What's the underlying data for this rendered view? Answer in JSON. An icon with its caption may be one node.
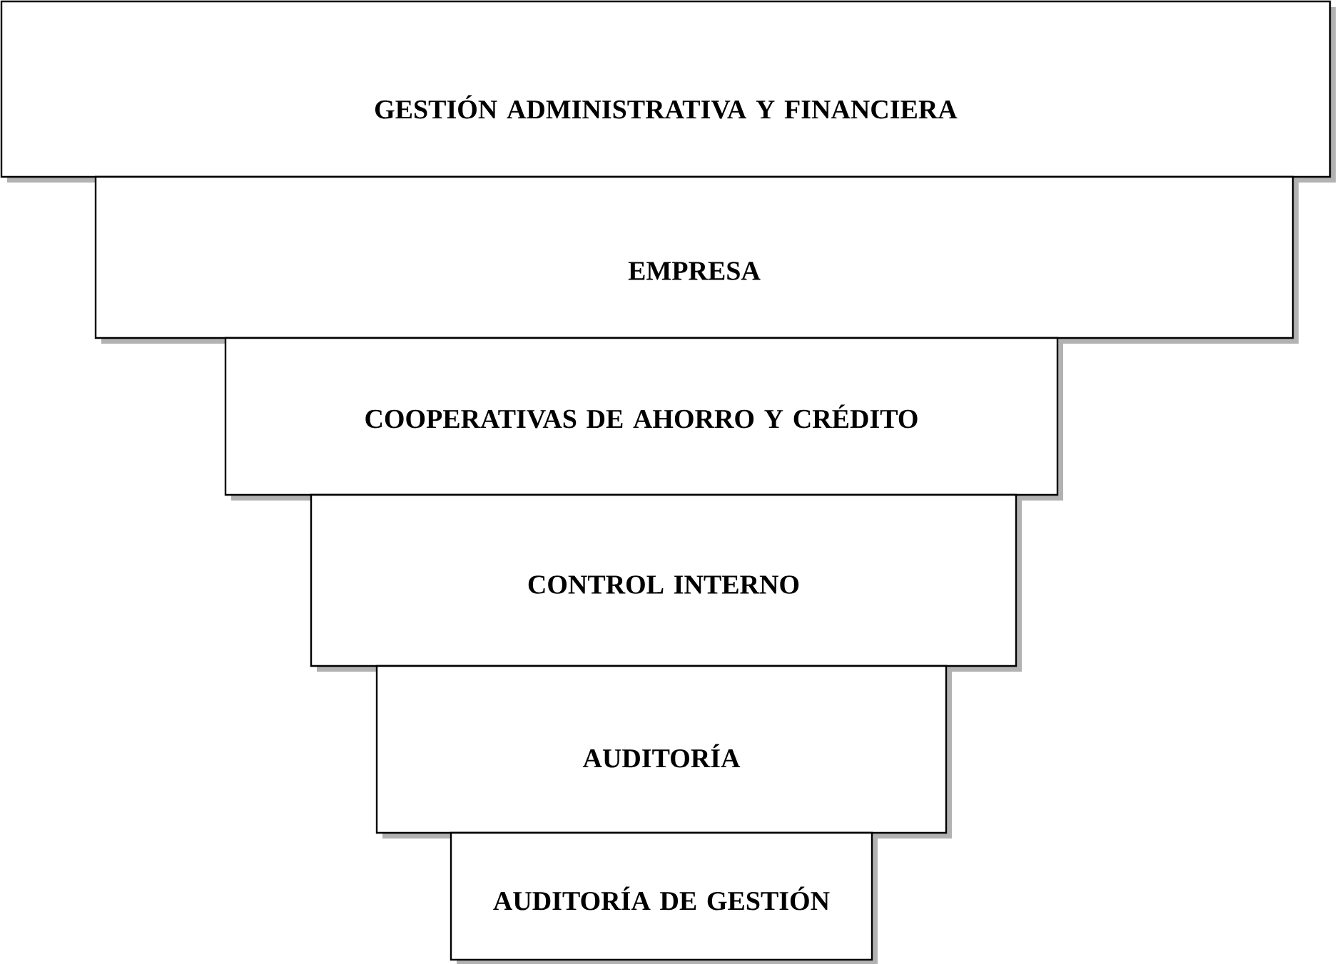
{
  "diagram": {
    "nodes": [
      {
        "text": [
          "GESTIÓN ADMINISTRATIVA Y FINANCIERA"
        ]
      },
      {
        "text": [
          "EMPRESA"
        ]
      },
      {
        "text": [
          "COOPERATIVAS DE AHORRO Y CRÉDITO"
        ]
      },
      {
        "text": [
          "CONTROL INTERNO"
        ]
      },
      {
        "text": [
          "AUDITORÍA"
        ]
      },
      {
        "text": [
          "AUDITORÍA DE GESTIÓN"
        ]
      }
    ]
  }
}
